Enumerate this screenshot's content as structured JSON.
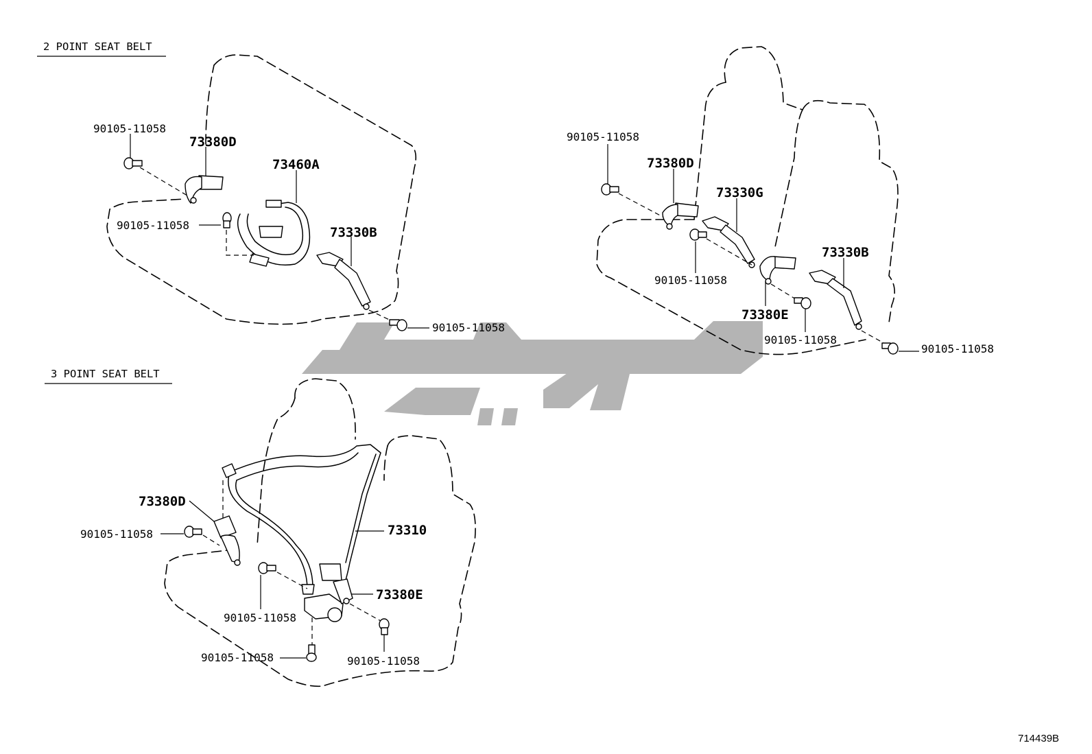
{
  "sections": {
    "two_point": "2 POINT SEAT BELT",
    "three_point": "3 POINT SEAT BELT"
  },
  "labels": {
    "tl_bolt_top": "90105-11058",
    "tl_73380D": "73380D",
    "tl_73460A": "73460A",
    "tl_bolt_mid": "90105-11058",
    "tl_73330B": "73330B",
    "tl_bolt_bottom": "90105-11058",
    "tr_bolt_top": "90105-11058",
    "tr_73380D": "73380D",
    "tr_73330G": "73330G",
    "tr_bolt_mid": "90105-11058",
    "tr_73330B": "73330B",
    "tr_73380E": "73380E",
    "tr_bolt_lower": "90105-11058",
    "tr_bolt_right": "90105-11058",
    "bl_73380D": "73380D",
    "bl_bolt_left": "90105-11058",
    "bl_73310": "73310",
    "bl_bolt_center": "90105-11058",
    "bl_73380E": "73380E",
    "bl_bolt_bottom_left": "90105-11058",
    "bl_bolt_bottom_right": "90105-11058"
  },
  "figure_id": "714439B",
  "watermark": {
    "color": "#b4b4b4"
  }
}
